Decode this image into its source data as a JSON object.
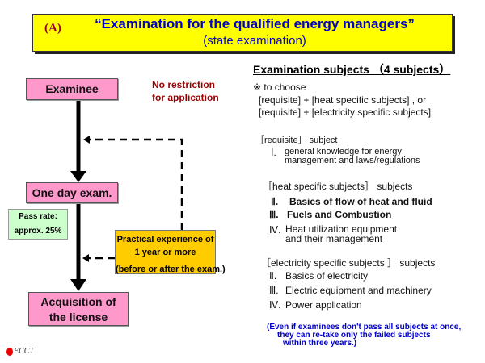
{
  "banner": {
    "tag": "(A)",
    "title": "“Examination for the qualified energy managers”",
    "subtitle": "(state examination)"
  },
  "flow": {
    "examinee": "Examinee",
    "no_restriction": [
      "No restriction",
      "for application"
    ],
    "one_day_exam": "One day exam.",
    "pass_rate": [
      "Pass rate:",
      "approx. 25%"
    ],
    "practical": [
      "Practical experience of",
      "1 year or more",
      "(before or after the exam.)"
    ],
    "license": [
      "Acquisition of",
      "the license"
    ]
  },
  "subjects": {
    "heading": "Examination subjects （4 subjects）",
    "choose": "※ to choose",
    "options": [
      "[requisite] + [heat specific subjects] , or",
      "[requisite] +  [electricity specific subjects]"
    ],
    "requisite_header": "［requisite］ subject",
    "requisite_items": [
      [
        "Ⅰ.",
        "general knowledge for energy",
        "management and laws/regulations"
      ]
    ],
    "heat_header": "［heat specific subjects］ subjects",
    "heat_items": [
      [
        "Ⅱ.",
        "Basics of flow of heat and fluid"
      ],
      [
        "Ⅲ.",
        "Fuels and Combustion"
      ],
      [
        "Ⅳ.",
        "Heat utilization equipment",
        "and their management"
      ]
    ],
    "elec_header": "［electricity specific subjects ］ subjects",
    "elec_items": [
      [
        "Ⅱ.",
        "Basics of electricity"
      ],
      [
        "Ⅲ.",
        "Electric equipment and machinery"
      ],
      [
        "Ⅳ.",
        "Power application"
      ]
    ],
    "note": [
      "(Even if examinees don't pass all subjects at once,",
      "they can re-take only the failed subjects",
      "within three years.)"
    ]
  },
  "logo": "ECCJ",
  "colors": {
    "banner": "#ffff00",
    "title": "#0000cc",
    "pink": "#ff99cc",
    "green": "#ccffcc",
    "gold": "#ffcc00",
    "red": "#990000"
  }
}
